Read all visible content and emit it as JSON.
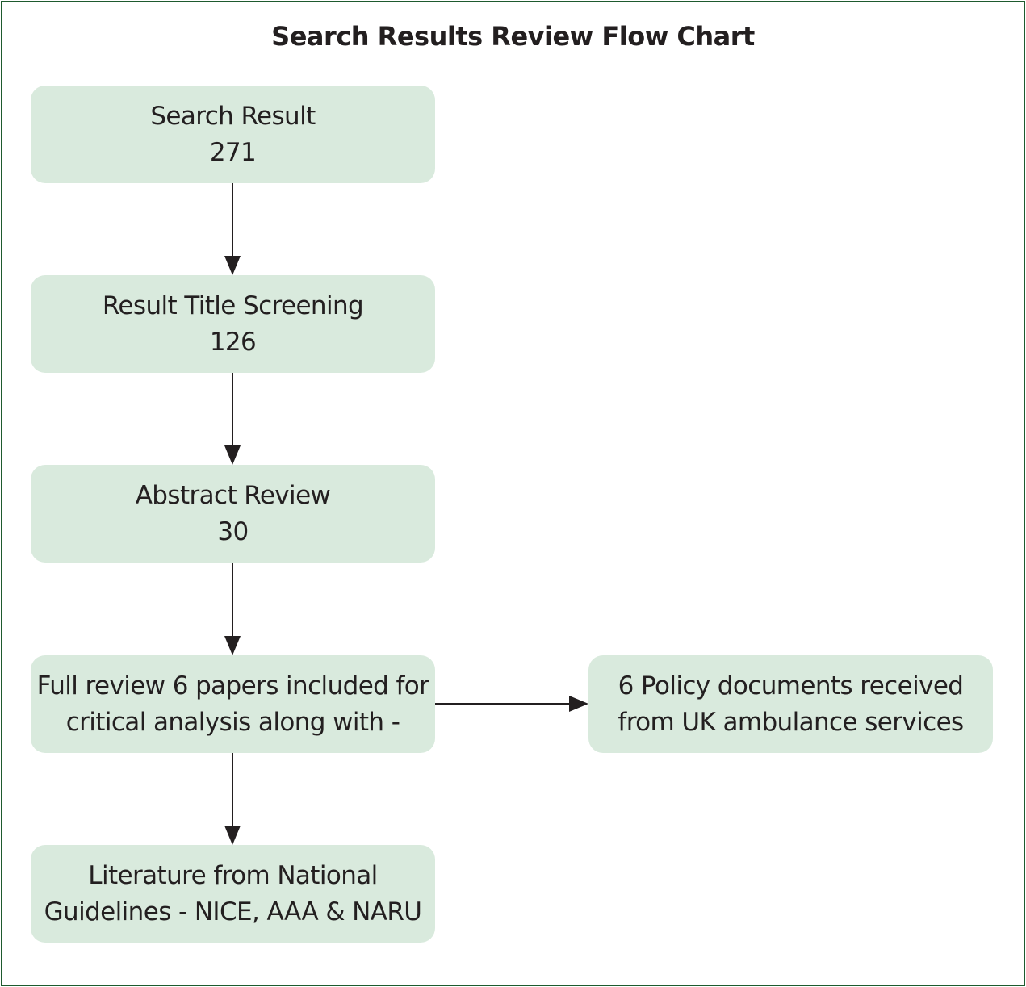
{
  "title": "Search Results Review Flow Chart",
  "colors": {
    "border": "#1e5a2e",
    "box_fill": "#d9eadd",
    "text": "#231f20",
    "arrow": "#231f20"
  },
  "nodes": {
    "search_result": {
      "line1": "Search Result",
      "line2": "271"
    },
    "title_screening": {
      "line1": "Result Title Screening",
      "line2": "126"
    },
    "abstract_review": {
      "line1": "Abstract Review",
      "line2": "30"
    },
    "full_review": {
      "line1": "Full review 6 papers included for",
      "line2": "critical analysis along with -"
    },
    "literature": {
      "line1": "Literature from National",
      "line2": "Guidelines - NICE, AAA & NARU"
    },
    "policy_docs": {
      "line1": "6 Policy documents received",
      "line2": "from UK ambulance services"
    }
  },
  "edges": [
    {
      "from": "search_result",
      "to": "title_screening"
    },
    {
      "from": "title_screening",
      "to": "abstract_review"
    },
    {
      "from": "abstract_review",
      "to": "full_review"
    },
    {
      "from": "full_review",
      "to": "literature"
    },
    {
      "from": "full_review",
      "to": "policy_docs"
    }
  ]
}
